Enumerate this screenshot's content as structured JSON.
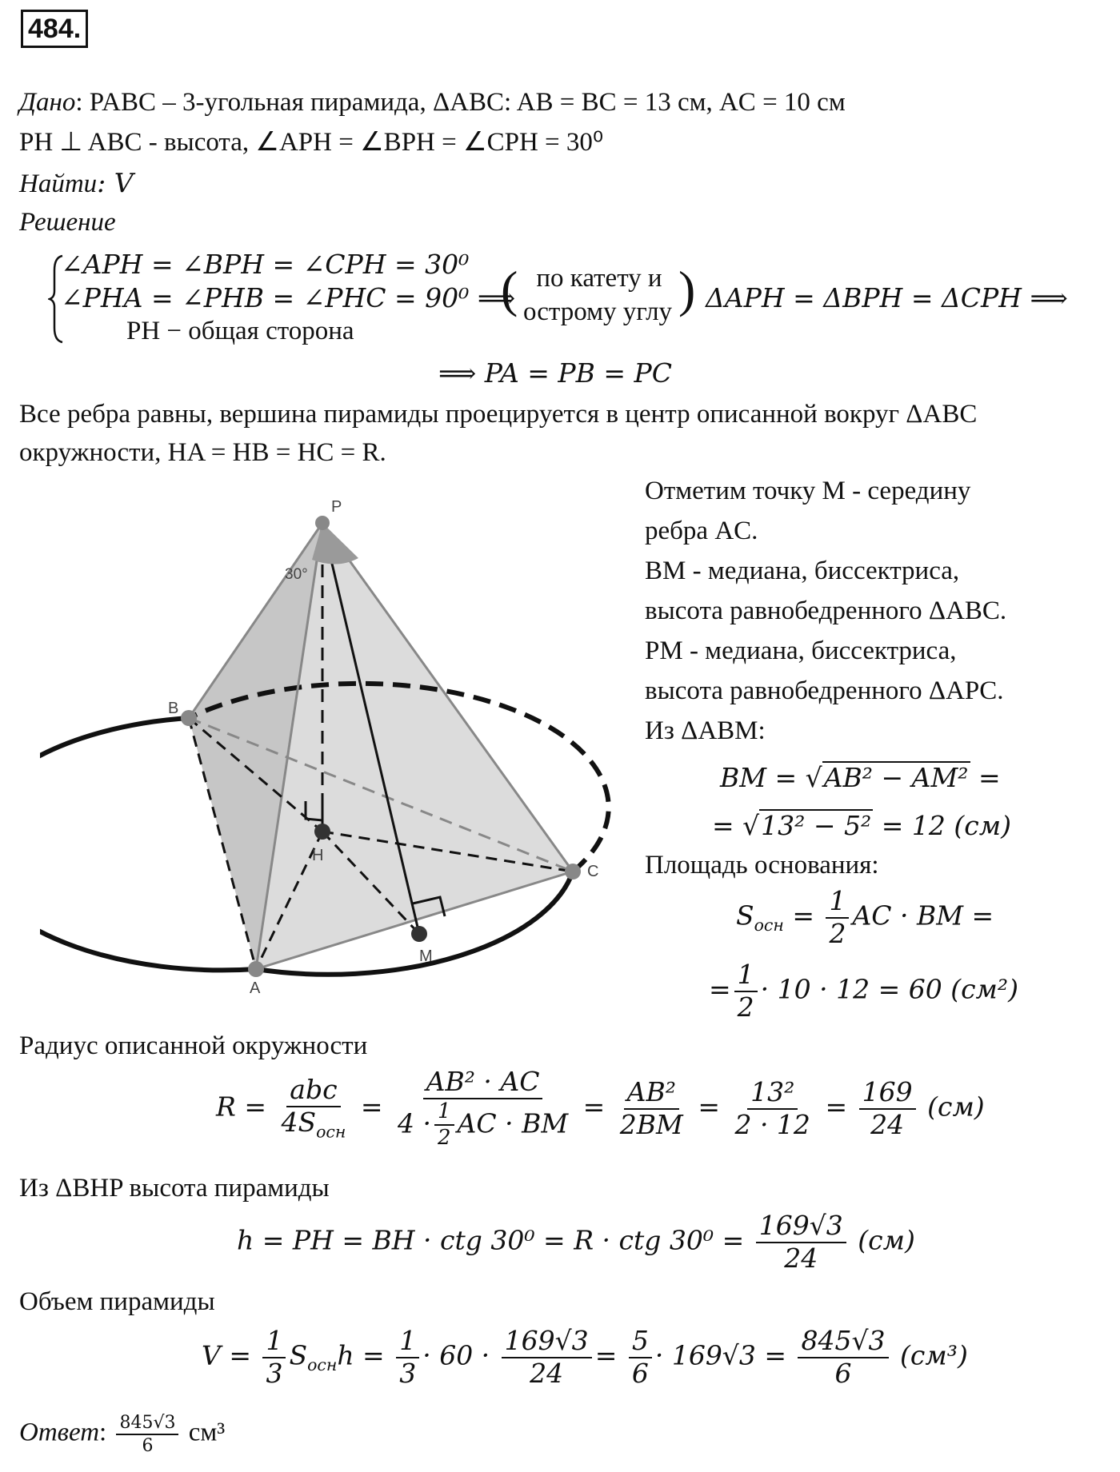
{
  "problem_number": "484.",
  "given_label": "Дано",
  "given_line1": ": PABC – 3-угольная пирамида, ΔABC: AB = BC = 13 см,  AC = 10 см",
  "given_line2": "PH ⊥ ABC - высота, ∠APH = ∠BPH = ∠CPH = 30⁰",
  "find_label": "Найти",
  "find_value": ": V",
  "solution_label": "Решение",
  "system": {
    "row1": "∠APH = ∠BPH = ∠CPH = 30⁰",
    "row2": "∠PHA = ∠PHB = ∠PHC = 90⁰ ⟹",
    "row3": "PH − общая сторона",
    "criterion_top": "по катету и",
    "criterion_bottom": "острому углу",
    "conclusion": "ΔAPH = ΔBPH = ΔCPH ⟹",
    "result": "⟹ PA = PB = PC"
  },
  "para1_line1": "Все ребра равны, вершина пирамиды проецируется в центр описанной вокруг ΔABC",
  "para1_line2": "окружности, HA = HB = HC = R.",
  "figure": {
    "label_P": "P",
    "label_B": "B",
    "label_C": "C",
    "label_A": "A",
    "label_H": "H",
    "label_M": "M",
    "angle_label": "30°"
  },
  "right": {
    "l1": "Отметим точку M - середину",
    "l2": "ребра AC.",
    "l3": "BM - медиана, биссектриса,",
    "l4": "высота равнобедренного ΔABC.",
    "l5": "PM - медиана, биссектриса,",
    "l6": "высота равнобедренного ΔAPC.",
    "l7": "Из ΔABM:",
    "bm1_left": "BM = ",
    "bm1_rad": "AB² − AM²",
    "bm1_right": " =",
    "bm2_left": "= ",
    "bm2_rad": "13² − 5²",
    "bm2_right": " = 12 (см)",
    "area_label": "Площадь основания:",
    "s1_left": "S",
    "s1_sub": "осн",
    "s1_eq": " = ",
    "s1_num": "1",
    "s1_den": "2",
    "s1_right": "AC · BM =",
    "s2_left": "=",
    "s2_num": "1",
    "s2_den": "2",
    "s2_right": "· 10 · 12 = 60 (см²)"
  },
  "radius_label": "Радиус описанной окружности",
  "radius": {
    "lhs": "R =",
    "f1_num": "abc",
    "f1_den_a": "4S",
    "f1_den_sub": "осн",
    "eq": "=",
    "f2_num": "AB² · AC",
    "f2_den_a": "4 ·",
    "f2_den_fnum": "1",
    "f2_den_fden": "2",
    "f2_den_b": "AC · BM",
    "f3_num": "AB²",
    "f3_den": "2BM",
    "f4_num": "13²",
    "f4_den": "2 · 12",
    "f5_num": "169",
    "f5_den": "24",
    "unit": "(см)"
  },
  "height_label": "Из ΔBHP высота пирамиды",
  "height": {
    "lhs": "h = PH = BH · ctg 30⁰ = R · ctg 30⁰ =",
    "num": "169√3",
    "den": "24",
    "unit": "(см)"
  },
  "volume_label": "Объем пирамиды",
  "volume": {
    "lhs": "V =",
    "f1_num": "1",
    "f1_den": "3",
    "mid1": "S",
    "mid1_sub": "осн",
    "mid1b": "h =",
    "f2_num": "1",
    "f2_den": "3",
    "mid2": "· 60 ·",
    "f3_num": "169√3",
    "f3_den": "24",
    "eq1": "=",
    "f4_num": "5",
    "f4_den": "6",
    "mid3": "· 169√3 =",
    "f5_num": "845√3",
    "f5_den": "6",
    "unit": "(см³)"
  },
  "answer_label": "Ответ",
  "answer": {
    "colon": ":",
    "num": "845√3",
    "den": "6",
    "unit": "см³"
  }
}
